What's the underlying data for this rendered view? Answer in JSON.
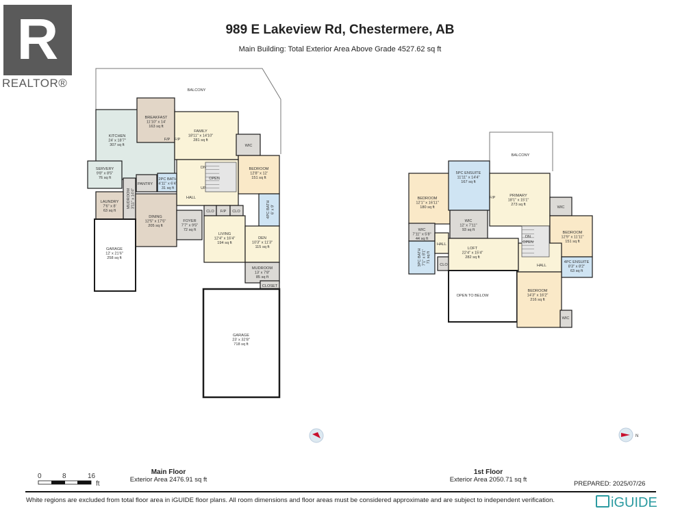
{
  "header": {
    "title": "989 E Lakeview Rd, Chestermere, AB",
    "subtitle": "Main Building: Total Exterior Area Above Grade 4527.62 sq ft"
  },
  "logo": {
    "letter": "R",
    "text": "REALTOR®"
  },
  "main_floor": {
    "label": "Main Floor",
    "area": "Exterior Area 2476.91 sq ft",
    "rooms": [
      {
        "name": "BALCONY"
      },
      {
        "name": "KITCHEN",
        "dims": "24' x 18'7\"",
        "area": "307 sq ft"
      },
      {
        "name": "BREAKFAST",
        "dims": "11'10\" x 14'",
        "area": "163 sq ft"
      },
      {
        "name": "FAMILY",
        "dims": "18'11\" x 14'10\"",
        "area": "281 sq ft"
      },
      {
        "name": "WIC"
      },
      {
        "name": "BEDROOM",
        "dims": "12'8\" x 12'",
        "area": "151 sq ft"
      },
      {
        "name": "HALL"
      },
      {
        "name": "SERVERY",
        "dims": "9'8\" x 8'5\"",
        "area": "76 sq ft"
      },
      {
        "name": "PANTRY"
      },
      {
        "name": "2PC BATH",
        "dims": "4'11\" x 6'4\"",
        "area": "31 sq ft"
      },
      {
        "name": "MUDROOM",
        "dims": "3'11\" x 14'4\""
      },
      {
        "name": "LAUNDRY",
        "dims": "7'6\" x 8'",
        "area": "63 sq ft"
      },
      {
        "name": "DINING",
        "dims": "12'5\" x 17'5\"",
        "area": "205 sq ft"
      },
      {
        "name": "FOYER",
        "dims": "7'7\" x 9'5\"",
        "area": "72 sq ft"
      },
      {
        "name": "CLO"
      },
      {
        "name": "F/P"
      },
      {
        "name": "CLO"
      },
      {
        "name": "LIVING",
        "dims": "12'4\" x 16'4\"",
        "area": "194 sq ft"
      },
      {
        "name": "4PC BATH",
        "dims": "6' x 9'"
      },
      {
        "name": "DEN",
        "dims": "10'3\" x 11'3\"",
        "area": "115 sq ft"
      },
      {
        "name": "MUDROOM",
        "dims": "13' x 7'8\"",
        "area": "85 sq ft"
      },
      {
        "name": "CLOSET"
      },
      {
        "name": "GARAGE",
        "dims": "12' x 21'6\"",
        "area": "258 sq ft"
      },
      {
        "name": "GARAGE",
        "dims": "23' x 32'8\"",
        "area": "718 sq ft"
      }
    ],
    "marks": [
      "DN",
      "UP",
      "OPEN",
      "F/P",
      "F/P"
    ]
  },
  "upper_floor": {
    "label": "1st Floor",
    "area": "Exterior Area 2050.71 sq ft",
    "rooms": [
      {
        "name": "BALCONY"
      },
      {
        "name": "BEDROOM",
        "dims": "12'1\" x 16'11\"",
        "area": "180 sq ft"
      },
      {
        "name": "5PC ENSUITE",
        "dims": "11'11\" x 14'4\"",
        "area": "167 sq ft"
      },
      {
        "name": "PRIMARY",
        "dims": "18'1\" x 15'1\"",
        "area": "273 sq ft"
      },
      {
        "name": "WIC",
        "dims": "12' x 7'11\"",
        "area": "93 sq ft"
      },
      {
        "name": "WIC",
        "dims": "7'11\" x 5'8\"",
        "area": "44 sq ft"
      },
      {
        "name": "3PC BATH",
        "dims": "7'1\" x 8'1\"",
        "area": "71 sq ft"
      },
      {
        "name": "HALL"
      },
      {
        "name": "CLO"
      },
      {
        "name": "LOFT",
        "dims": "22'4\" x 15'4\"",
        "area": "282 sq ft"
      },
      {
        "name": "OPEN TO BELOW"
      },
      {
        "name": "WIC"
      },
      {
        "name": "BEDROOM",
        "dims": "12'9\" x 11'11\"",
        "area": "151 sq ft"
      },
      {
        "name": "HALL"
      },
      {
        "name": "4PC ENSUITE",
        "dims": "8'3\" x 8'2\"",
        "area": "63 sq ft"
      },
      {
        "name": "BEDROOM",
        "dims": "14'3\" x 16'2\"",
        "area": "216 sq ft"
      },
      {
        "name": "WIC"
      }
    ],
    "marks": [
      "DN",
      "OPEN",
      "F/P"
    ]
  },
  "scale": {
    "ticks": [
      "0",
      "8",
      "16"
    ],
    "unit": "ft"
  },
  "compass": {
    "north_label": "N"
  },
  "footer": {
    "prepared": "PREPARED: 2025/07/26",
    "disclaimer": "White regions are excluded from total floor area in iGUIDE floor plans. All room dimensions and floor areas must be considered approximate and are subject to independent verification.",
    "brand": "iGUIDE"
  },
  "colors": {
    "living": "#faf3d8",
    "bedroom": "#fae9c8",
    "kitchen": "#dfeae6",
    "tan": "#e2d6c7",
    "utility": "#dcdad6",
    "bath": "#cfe4f3",
    "wall": "#1a1a1a",
    "brand": "#2a9aa0",
    "compass": "#c8102e"
  }
}
